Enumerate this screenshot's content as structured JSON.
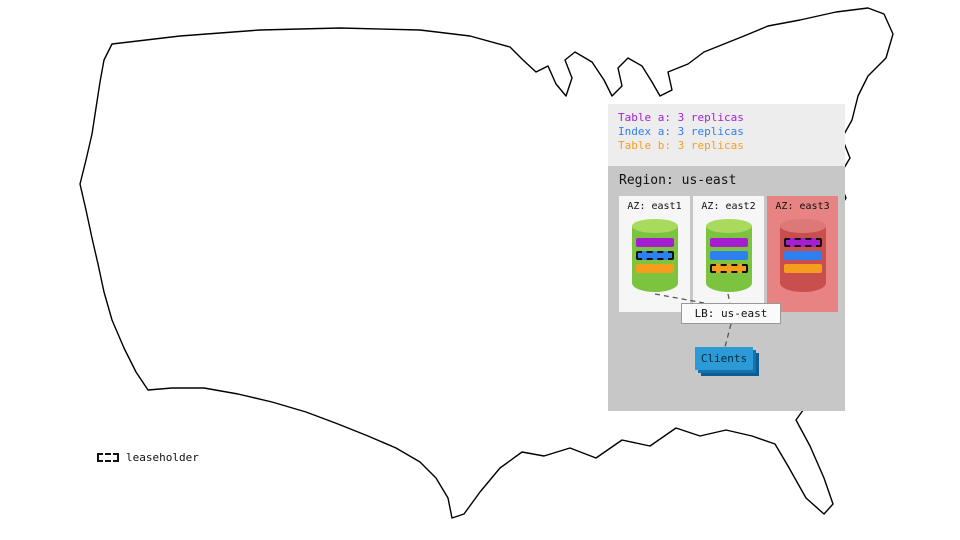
{
  "colors": {
    "table_a": "#a51fd1",
    "index_a": "#2e7ff0",
    "table_b": "#f59e1d",
    "cyl_green": "#7cc33f",
    "cyl_green_top": "#a9da5e",
    "cyl_red": "#c94f4f",
    "cyl_red_top": "#dd7878",
    "clients_blue": "#2d9ad8"
  },
  "legend": {
    "items": [
      {
        "label": "Table a: 3 replicas"
      },
      {
        "label": "Index a: 3 replicas"
      },
      {
        "label": "Table b: 3 replicas"
      }
    ]
  },
  "region": {
    "title": "Region: us-east",
    "azs": [
      {
        "label": "AZ: east1"
      },
      {
        "label": "AZ: east2"
      },
      {
        "label": "AZ: east3"
      }
    ],
    "lb": {
      "label": "LB: us-east"
    },
    "clients": {
      "label": "Clients"
    }
  },
  "map_legend": {
    "leaseholder": "leaseholder"
  }
}
